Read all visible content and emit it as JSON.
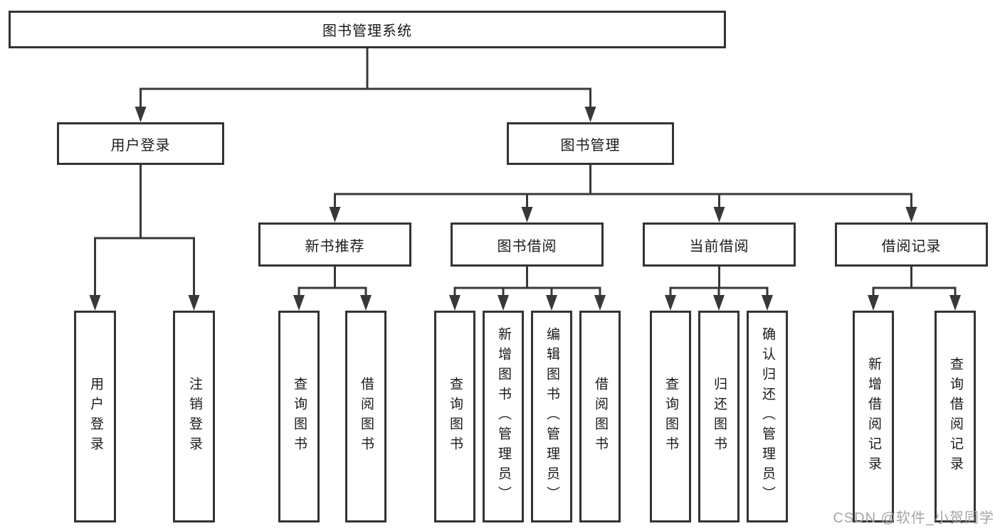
{
  "diagram_title": "图书管理系统",
  "tree": {
    "root": {
      "label": "图书管理系统"
    },
    "branches": [
      {
        "label": "用户登录",
        "children": [
          "用户登录",
          "注销登录"
        ]
      },
      {
        "label": "图书管理",
        "sections": [
          {
            "label": "新书推荐",
            "children": [
              "查询图书",
              "借阅图书"
            ]
          },
          {
            "label": "图书借阅",
            "children": [
              "查询图书",
              "新增图书（管理员）",
              "编辑图书（管理员）",
              "借阅图书"
            ]
          },
          {
            "label": "当前借阅",
            "children": [
              "查询图书",
              "归还图书",
              "确认归还（管理员）"
            ]
          },
          {
            "label": "借阅记录",
            "children": [
              "新增借阅记录",
              "查询借阅记录"
            ]
          }
        ]
      }
    ]
  },
  "watermark": {
    "text": "CSDN @软件_小贺同学"
  },
  "colors": {
    "line": "#383838",
    "box_border": "#333333",
    "box_fill": "#ffffff",
    "text": "#1a1a1a",
    "watermark": "#a5a5a5",
    "background": "#ffffff"
  }
}
